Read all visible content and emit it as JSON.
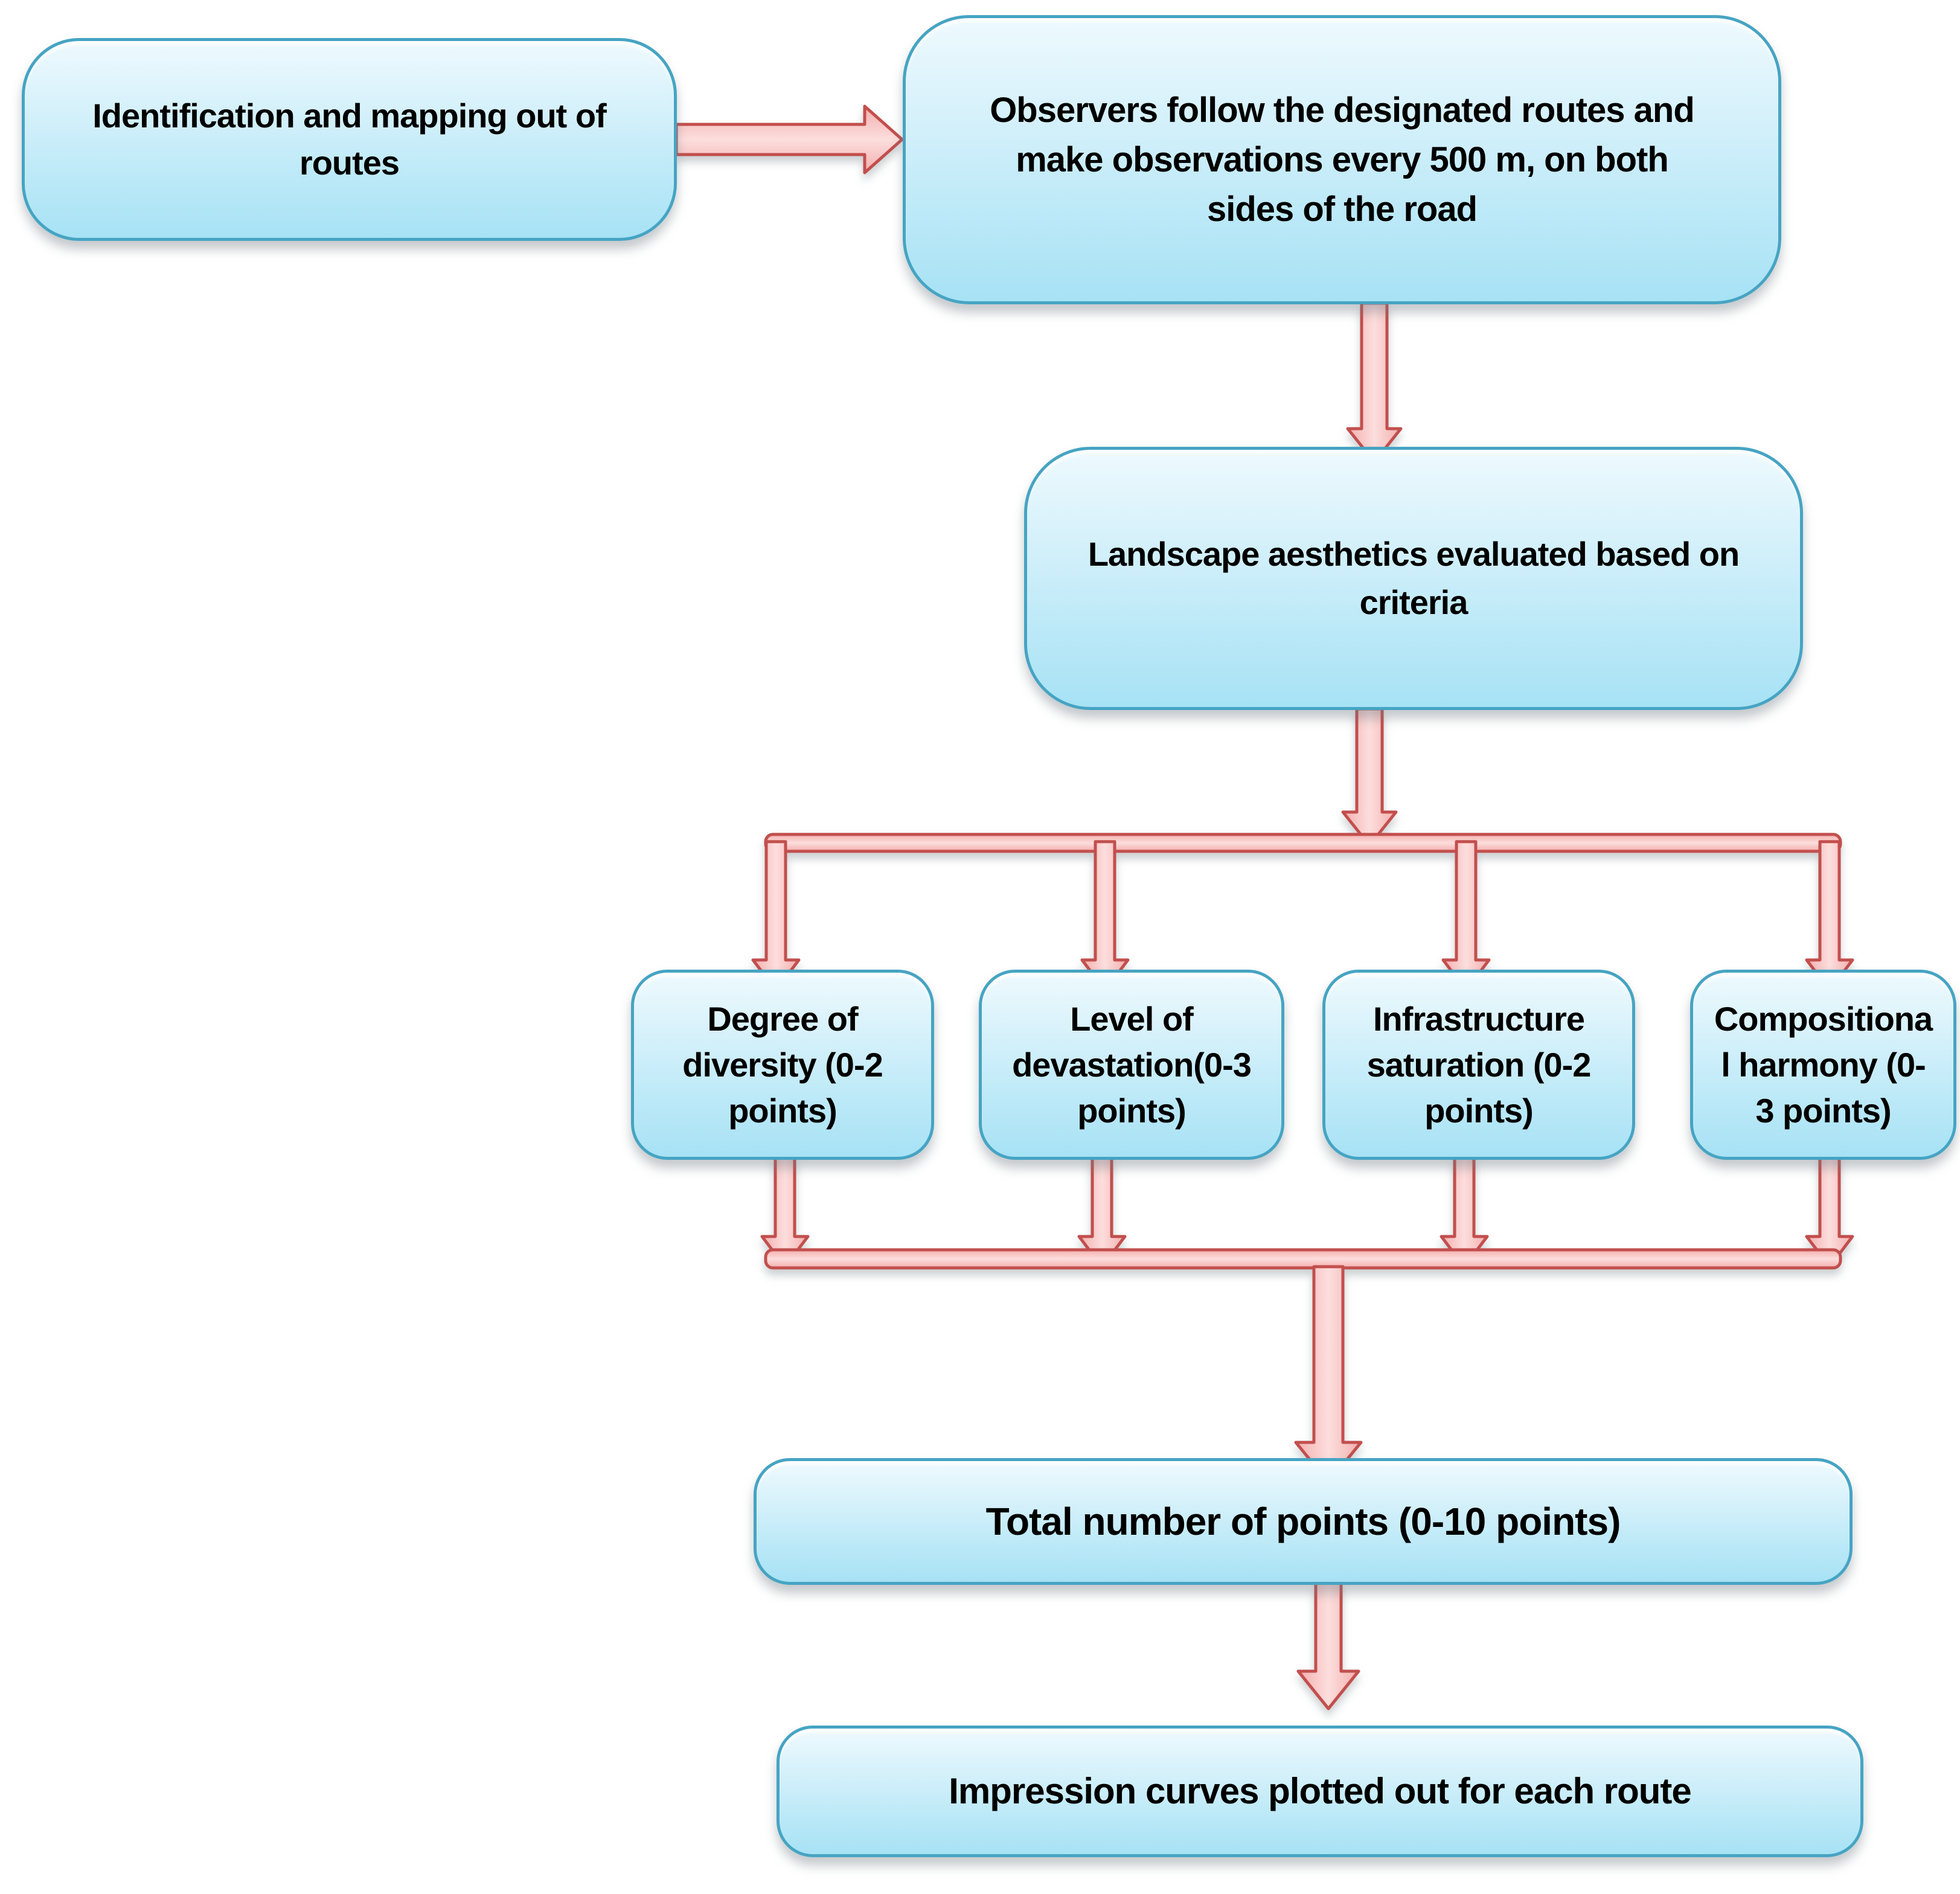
{
  "colors": {
    "node_border": "#46a4c3",
    "node_fill_top": "#eefafe",
    "node_fill_bottom": "#a7e2f5",
    "arrow_border": "#c2504e",
    "arrow_fill": "#f9c9c8",
    "text": "#000000"
  },
  "nodes": {
    "identification": {
      "label": "Identification and mapping out of routes",
      "lines": [
        "Identification and mapping out of",
        "routes"
      ]
    },
    "observers": {
      "label": "Observers follow the designated routes and make observations every 500 m, on both sides of the road",
      "lines": [
        "Observers follow the designated routes and",
        "make observations every 500 m, on both",
        "sides of the road"
      ]
    },
    "landscape": {
      "label": "Landscape aesthetics evaluated based on criteria",
      "lines": [
        "Landscape aesthetics evaluated based on",
        "criteria"
      ]
    },
    "degree": {
      "label": "Degree of diversity (0-2 points)",
      "lines": [
        "Degree of",
        "diversity (0-2",
        "points)"
      ]
    },
    "devastation": {
      "label": "Level of devastation(0-3 points)",
      "lines": [
        "Level of",
        "devastation(0-3",
        "points)"
      ]
    },
    "infrastructure": {
      "label": "Infrastructure saturation (0-2 points)",
      "lines": [
        "Infrastructure",
        "saturation (0-2",
        "points)"
      ]
    },
    "compositional": {
      "label": "Compositional harmony (0-3 points)",
      "lines": [
        "Compositiona",
        "l harmony (0-",
        "3 points)"
      ]
    },
    "total": {
      "label": "Total number of points (0-10 points)",
      "lines": [
        "Total number of points (0-10 points)"
      ]
    },
    "impression": {
      "label": "Impression curves plotted out for each route",
      "lines": [
        "Impression curves plotted out for each route"
      ]
    }
  }
}
